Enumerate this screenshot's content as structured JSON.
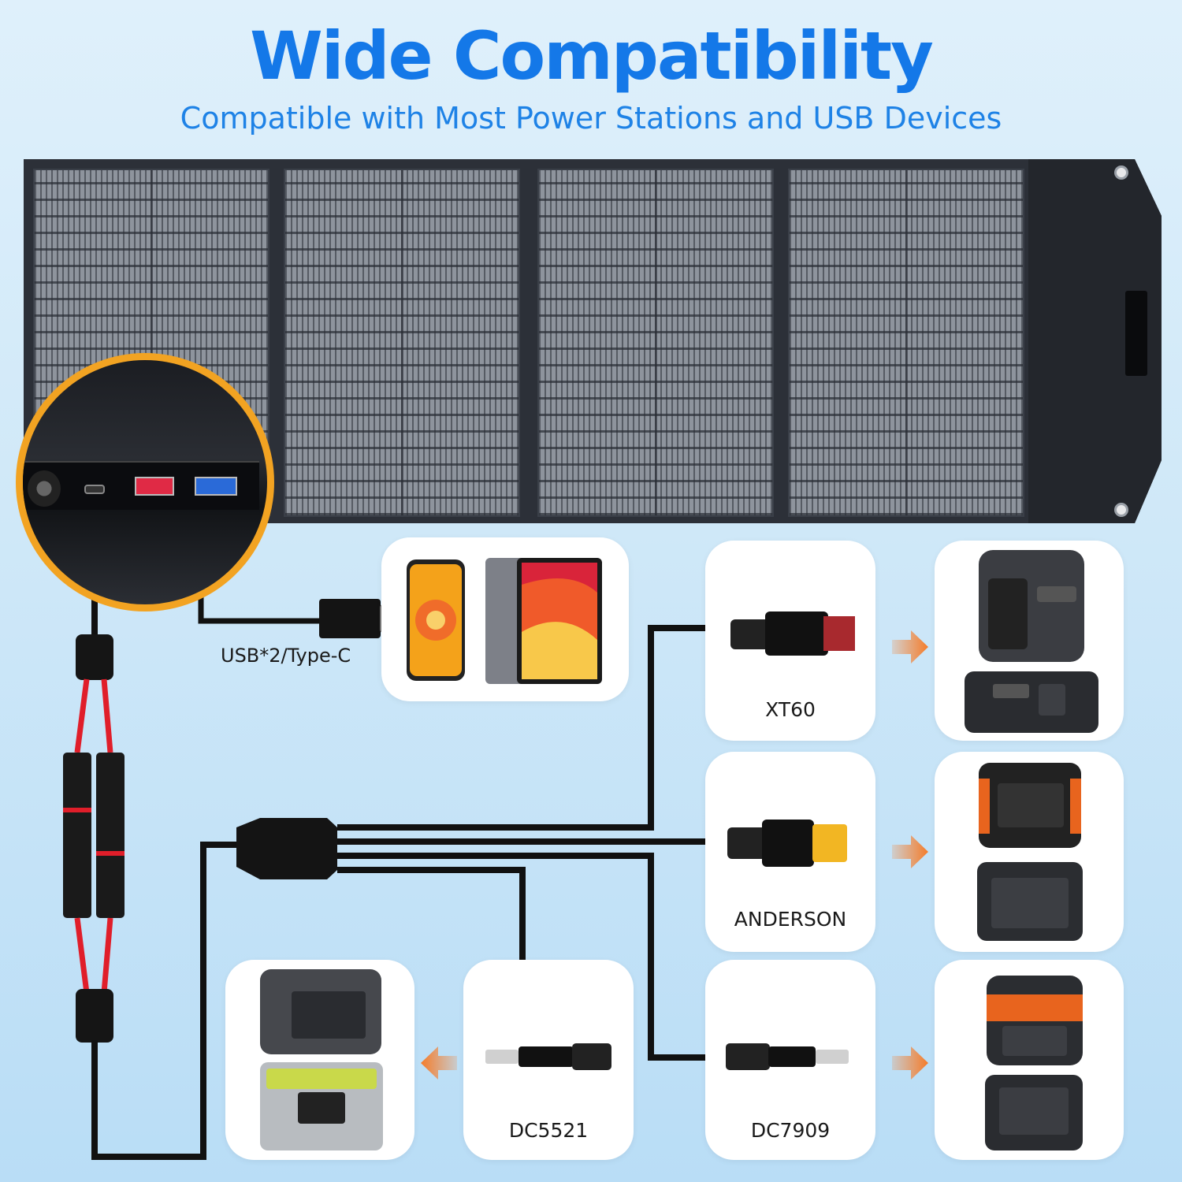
{
  "header": {
    "title": "Wide Compatibility",
    "subtitle": "Compatible with Most Power Stations and USB Devices"
  },
  "usb_output": {
    "label": "USB*2/Type-C",
    "devices": [
      "phone-icon",
      "tablet-icon"
    ]
  },
  "connectors": [
    {
      "label": "XT60",
      "icon": "anderson-connector-icon"
    },
    {
      "label": "ANDERSON",
      "icon": "xt60-connector-icon"
    },
    {
      "label": "DC7909",
      "icon": "dc-barrel-connector-icon"
    },
    {
      "label": "DC5521",
      "icon": "dc-barrel-connector-icon"
    }
  ],
  "colors": {
    "title": "#1478e8",
    "arrow": "#f57c2a",
    "zoom_ring": "#f2a322",
    "cable_red": "#e01e2a"
  }
}
